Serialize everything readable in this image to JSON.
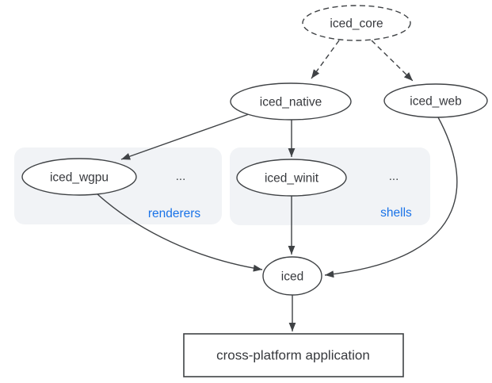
{
  "colors": {
    "accent_blue": "#1a73e8",
    "line": "#3f4245",
    "group_fill": "#f1f3f6",
    "node_fill": "#ffffff",
    "background": "#ffffff"
  },
  "nodes": {
    "iced_core": "iced_core",
    "iced_native": "iced_native",
    "iced_web": "iced_web",
    "iced_wgpu": "iced_wgpu",
    "iced_winit": "iced_winit",
    "iced": "iced",
    "app": "cross-platform application"
  },
  "groups": {
    "renderers": {
      "label": "renderers",
      "ellipsis": "..."
    },
    "shells": {
      "label": "shells",
      "ellipsis": "..."
    }
  }
}
